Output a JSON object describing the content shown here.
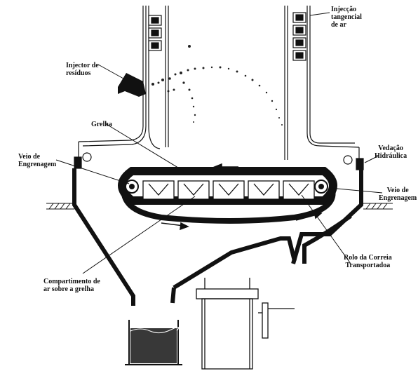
{
  "labels": {
    "air_injection": "Injecção\ntangencial\nde ar",
    "waste_injector": "Injector de\nresíduos",
    "grate": "Grelha",
    "drive_shaft_left": "Veio de\nEngrenagem",
    "drive_shaft_right": "Veio de\nEngrenagem",
    "hydraulic_seal": "Vedação\nHidráulica",
    "air_compartment": "Compartimento de\nar sobre a grelha",
    "conveyor_roller": "Rolo da Correia\nTransportadoa"
  }
}
